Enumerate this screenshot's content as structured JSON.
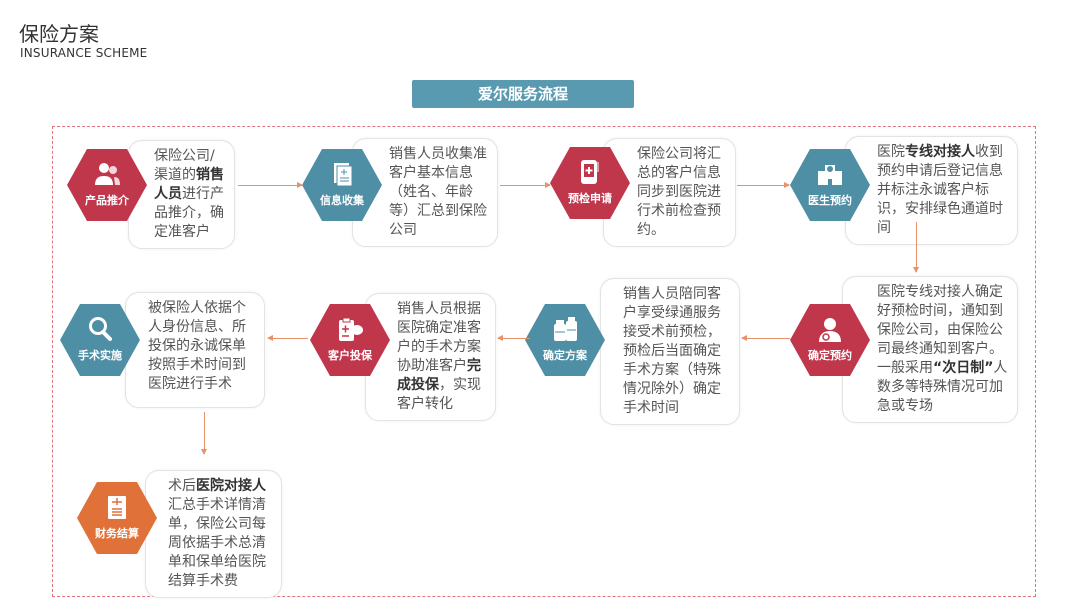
{
  "header": {
    "title": "保险方案",
    "subtitle": "INSURANCE SCHEME"
  },
  "flow_title": "爱尔服务流程",
  "colors": {
    "red": "#c0364b",
    "teal": "#4f8fa6",
    "orange": "#e07138",
    "frame": "#e4747f",
    "arrow": "#e8926a"
  },
  "steps": [
    {
      "label": "产品推介",
      "color": "red",
      "icon": "users-icon",
      "text": [
        [
          "保险公司/渠道的",
          false
        ],
        [
          "销售人员",
          true
        ],
        [
          "进行产品推介，确定准客户",
          false
        ]
      ]
    },
    {
      "label": "信息收集",
      "color": "teal",
      "icon": "document-icon",
      "text": [
        [
          "销售人员收集准客户基本信息（姓名、年龄等）汇总到保险公司",
          false
        ]
      ]
    },
    {
      "label": "预检申请",
      "color": "red",
      "icon": "mobile-medical-icon",
      "text": [
        [
          "保险公司将汇总的客户信息同步到医院进行术前检查预约。",
          false
        ]
      ]
    },
    {
      "label": "医生预约",
      "color": "teal",
      "icon": "hospital-icon",
      "text": [
        [
          "医院",
          false
        ],
        [
          "专线对接人",
          true
        ],
        [
          "收到预约申请后登记信息并标注永诚客户标识，安排绿色通道时间",
          false
        ]
      ]
    },
    {
      "label": "确定预约",
      "color": "red",
      "icon": "doctor-icon",
      "text": [
        [
          "医院专线对接人确定好预检时间，通知到保险公司，由保险公司最终通知到客户。一般采用",
          false
        ],
        [
          "“次日制”",
          true
        ],
        [
          "人数多等特殊情况可加急或专场",
          false
        ]
      ]
    },
    {
      "label": "确定方案",
      "color": "teal",
      "icon": "medicine-bottles-icon",
      "text": [
        [
          "销售人员陪同客户享受绿通服务接受术前预检，预检后当面确定手术方案（特殊情况除外）确定手术时间",
          false
        ]
      ]
    },
    {
      "label": "客户投保",
      "color": "red",
      "icon": "clipboard-chat-icon",
      "text": [
        [
          "销售人员根据医院确定准客户的手术方案协助准客户",
          false
        ],
        [
          "完成投保",
          true
        ],
        [
          "，实现客户转化",
          false
        ]
      ]
    },
    {
      "label": "手术实施",
      "color": "teal",
      "icon": "search-icon",
      "text": [
        [
          "被保险人依据个人身份信息、所投保的永诚保单按照手术时间到医院进行手术",
          false
        ]
      ]
    },
    {
      "label": "财务结算",
      "color": "orange",
      "icon": "invoice-icon",
      "text": [
        [
          "术后",
          false
        ],
        [
          "医院对接人",
          true
        ],
        [
          "汇总手术详情清单，保险公司每周依据手术总清单和保单给医院结算手术费",
          false
        ]
      ]
    }
  ]
}
